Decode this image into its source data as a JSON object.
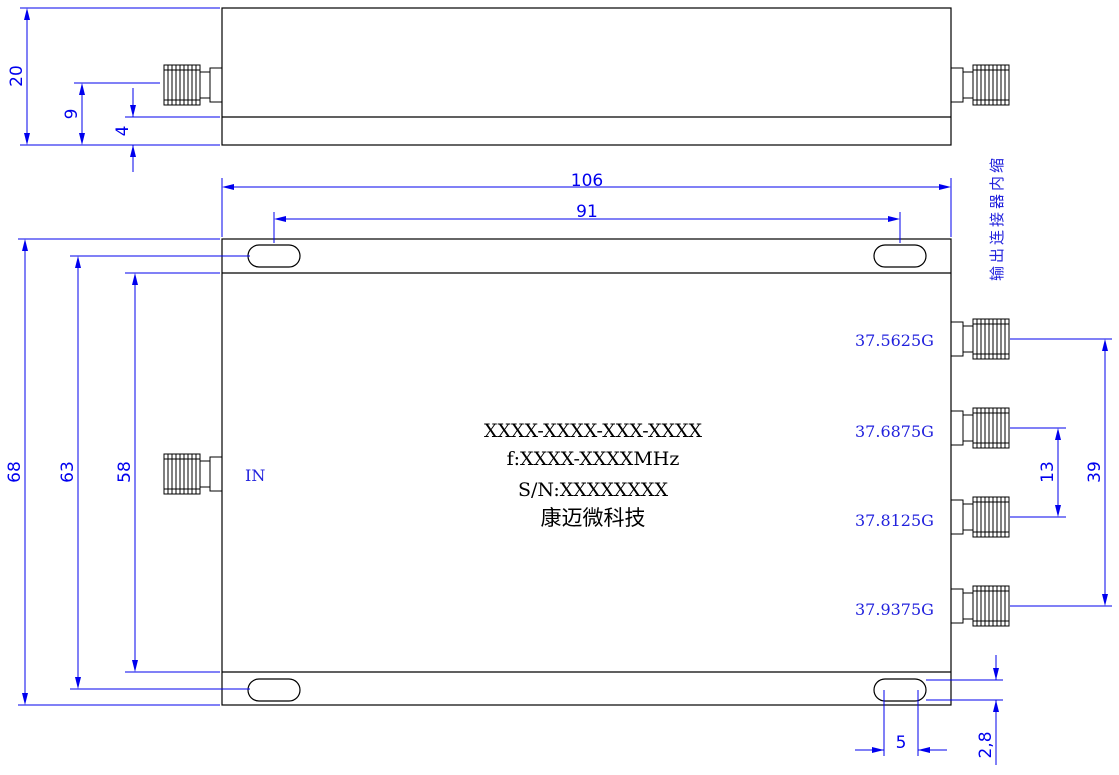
{
  "dimensions": {
    "side_height": "20",
    "side_connector_offset": "9",
    "side_base_thickness": "4",
    "overall_length": "106",
    "hole_spacing": "91",
    "overall_width": "68",
    "hole_span": "63",
    "body_width": "58",
    "port_pitch": "13",
    "port_span": "39",
    "slot_length": "5",
    "slot_offset": "2,8"
  },
  "labels": {
    "input_port": "IN",
    "output_note": "输出连接器内缩",
    "ports": [
      "37.5625G",
      "37.6875G",
      "37.8125G",
      "37.9375G"
    ]
  },
  "nameplate": {
    "model": "XXXX-XXXX-XXX-XXXX",
    "frequency": "f:XXXX-XXXXMHz",
    "serial": "S/N:XXXXXXXX",
    "company": "康迈微科技"
  },
  "colors": {
    "outline": "#000000",
    "dimension": "#0000ee",
    "port_label": "#2222dd"
  }
}
